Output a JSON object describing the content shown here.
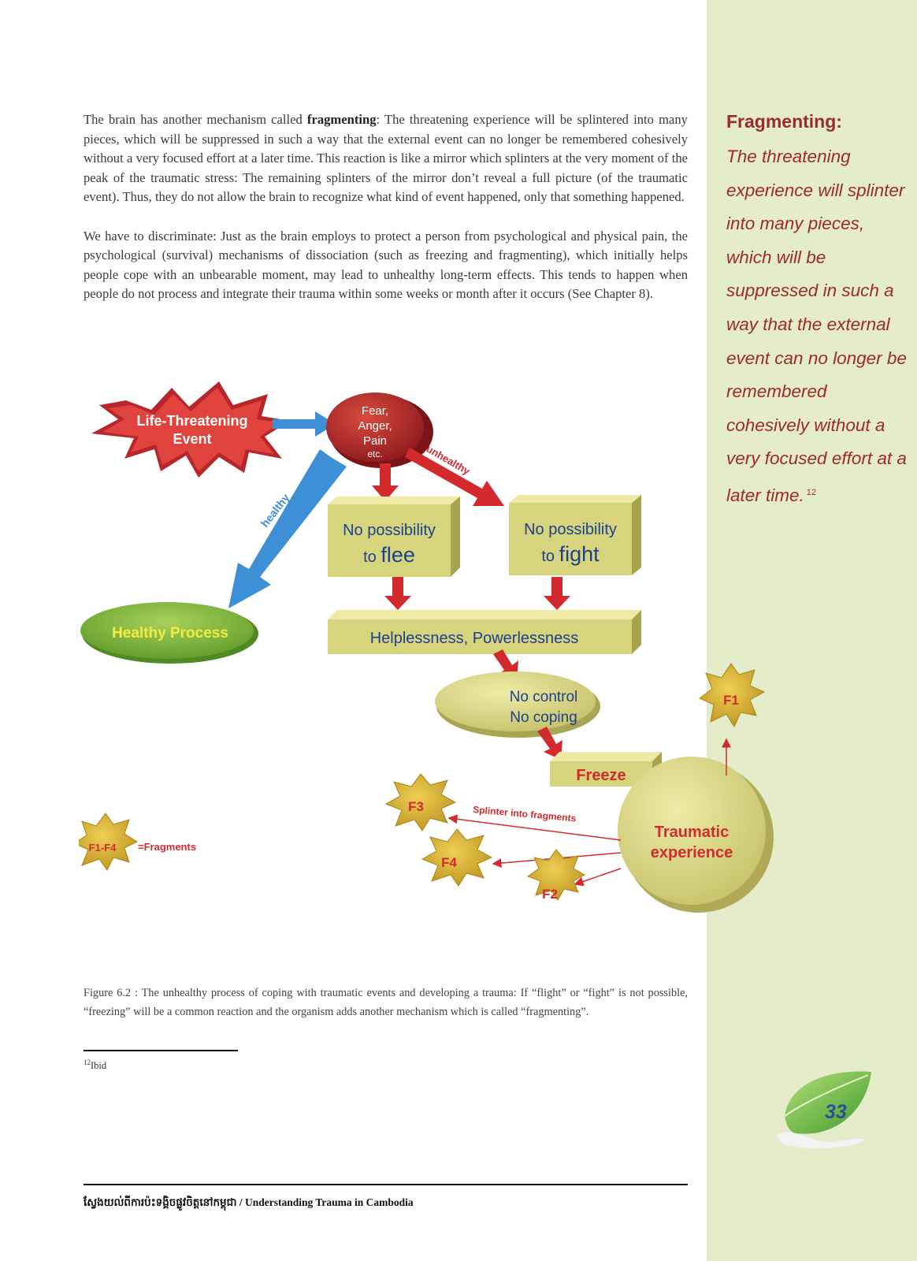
{
  "body": {
    "para1_pre": "The brain has another mechanism called ",
    "para1_bold": "fragmenting",
    "para1_post": ":  The threatening experience will be splintered into many pieces, which will be suppressed in such a way that the external event can no longer be remembered cohesively without a very focused effort at a later time.  This reaction is like a mirror which splinters at the very moment of the peak of the traumatic stress: The remaining splinters of the mirror don’t reveal a full picture (of the traumatic event).  Thus, they do not allow the brain to recognize what kind of event happened, only that something happened.",
    "para2": "We have to discriminate: Just as the brain employs to protect a person from psychological and physical pain, the psychological (survival) mechanisms of dissociation (such as freezing and fragmenting), which initially helps people cope with an unbearable moment, may lead to unhealthy long-term effects.  This tends to happen when people do not process and integrate their trauma within some weeks or month after it occurs (See Chapter 8)."
  },
  "sidebar": {
    "heading": "Fragmenting:",
    "quote": "The threatening experience will splinter into many pieces, which will be suppressed in such a way that the external event can no longer  be remembered cohesively without a very focused effort at a later time.",
    "footnote_ref": "12"
  },
  "diagram": {
    "life_event_line1": "Life-Threatening",
    "life_event_line2": "Event",
    "fear_line1": "Fear,",
    "fear_line2": "Anger,",
    "fear_line3": "Pain",
    "fear_line4": "etc.",
    "healthy_label": "healthy",
    "unhealthy_label": "unhealthy",
    "flee_line1": "No possibility",
    "flee_line2_small": "to ",
    "flee_line2_big": "flee",
    "fight_line1": "No possibility",
    "fight_line2_small": "to ",
    "fight_line2_big": "fight",
    "healthy_process": "Healthy Process",
    "helplessness": "Helplessness, Powerlessness",
    "control_line1": "No control",
    "control_line2": "No coping",
    "freeze": "Freeze",
    "traumatic_line1": "Traumatic",
    "traumatic_line2": "experience",
    "splinter_label": "Splinter into fragments",
    "f1": "F1",
    "f2": "F2",
    "f3": "F3",
    "f4": "F4",
    "legend_key": "F1-F4",
    "legend_text": "=Fragments",
    "colors": {
      "red": "#c8262b",
      "blue": "#3d8fd6",
      "olive": "#d7d47e",
      "green": "#7fb33a",
      "navy": "#1f3f8f"
    }
  },
  "caption": "Figure 6.2 : The unhealthy process of coping with traumatic events and developing a trauma:  If “flight” or “fight” is not possible, “freezing” will be a common reaction and the organism adds another mechanism which is called “fragmenting”.",
  "footnote": {
    "number": "12",
    "text": "Ibid"
  },
  "page_number": "33",
  "footer": "ស្វែងយល់ពីការប៉ះទង្គិចផ្លូវចិត្តនៅកម្ពុជា / Understanding Trauma in Cambodia"
}
